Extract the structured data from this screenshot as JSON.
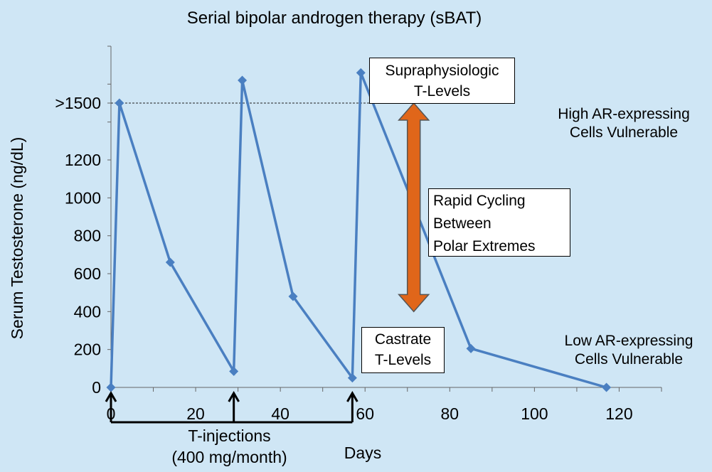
{
  "chart_data": {
    "type": "line",
    "title": "Serial bipolar androgen therapy (sBAT)",
    "xlabel": "Days",
    "ylabel": "Serum Testosterone (ng/dL)",
    "xlim": [
      0,
      130
    ],
    "ylim": [
      0,
      1800
    ],
    "x_ticks": [
      0,
      20,
      40,
      60,
      80,
      100,
      120
    ],
    "y_ticks": [
      {
        "value": 0,
        "label": "0"
      },
      {
        "value": 200,
        "label": "200"
      },
      {
        "value": 400,
        "label": "400"
      },
      {
        "value": 600,
        "label": "600"
      },
      {
        "value": 800,
        "label": "800"
      },
      {
        "value": 1000,
        "label": "1000"
      },
      {
        "value": 1200,
        "label": "1200"
      },
      {
        "value": 1500,
        "label": ">1500"
      }
    ],
    "threshold": 1500,
    "series": [
      {
        "color": "#4a7fc1",
        "points": [
          {
            "x": 0,
            "y": 0
          },
          {
            "x": 2,
            "y": 1500
          },
          {
            "x": 14,
            "y": 660
          },
          {
            "x": 29,
            "y": 85
          },
          {
            "x": 31,
            "y": 1620
          },
          {
            "x": 43,
            "y": 480
          },
          {
            "x": 57,
            "y": 50
          },
          {
            "x": 59,
            "y": 1660
          },
          {
            "x": 85,
            "y": 205
          },
          {
            "x": 117,
            "y": 0
          }
        ]
      }
    ],
    "arrow_color": "#e0661a",
    "injection_days": [
      0,
      29,
      57
    ]
  },
  "annotations": {
    "supra_line1": "Supraphysiologic",
    "supra_line2": "T-Levels",
    "high_line1": "High AR-expressing",
    "high_line2": "Cells Vulnerable",
    "rapid_line1": "Rapid Cycling",
    "rapid_line2": "Between",
    "rapid_line3": "Polar Extremes",
    "castrate_line1": "Castrate",
    "castrate_line2": "T-Levels",
    "low_line1": "Low AR-expressing",
    "low_line2": "Cells Vulnerable",
    "injections_line1": "T-injections",
    "injections_line2": "(400 mg/month)"
  }
}
